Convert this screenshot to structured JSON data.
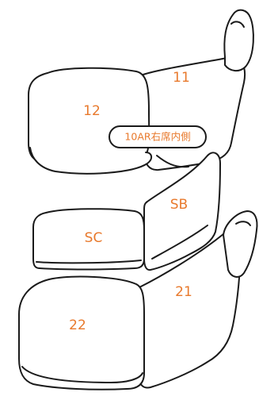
{
  "colors": {
    "label": "#e8792c",
    "line": "#1a1a1a",
    "background": "#ffffff"
  },
  "seats": {
    "s11": {
      "label": "11"
    },
    "s12": {
      "label": "12"
    },
    "sb": {
      "label": "SB"
    },
    "sc": {
      "label": "SC"
    },
    "s21": {
      "label": "21"
    },
    "s22": {
      "label": "22"
    }
  },
  "callout": {
    "label": "10AR右席内側"
  }
}
